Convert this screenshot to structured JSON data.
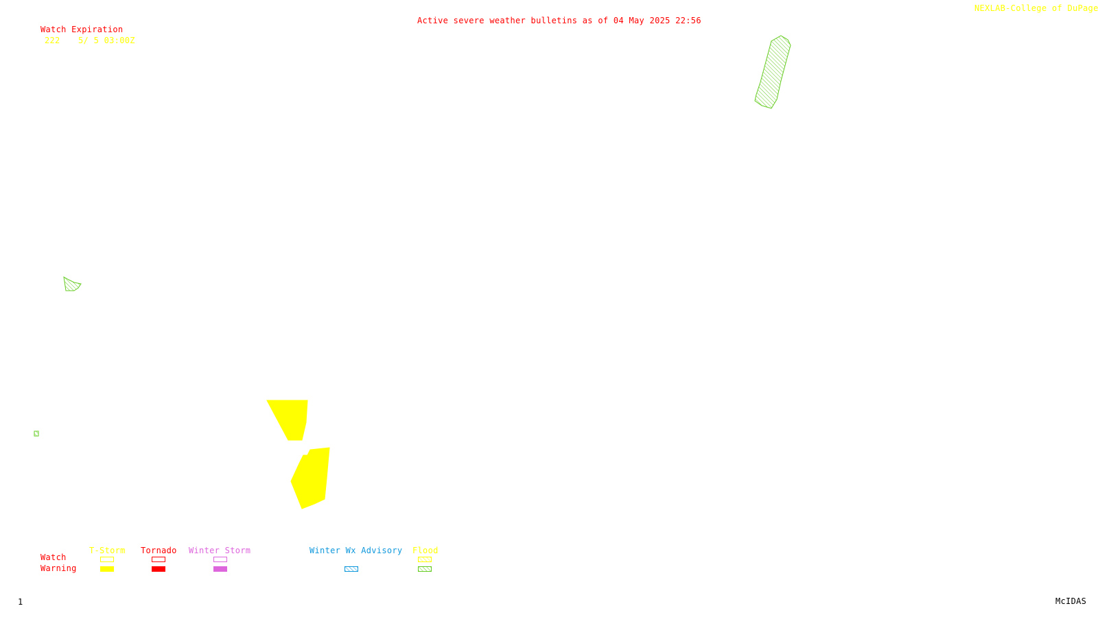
{
  "header": {
    "title": "Active severe weather bulletins as of 04 May 2025 22:56",
    "source": "NEXLAB-College of DuPage R"
  },
  "watch_expiration": {
    "heading": "Watch Expiration",
    "entries": [
      {
        "id": "222",
        "expires": "5/ 5 03:00Z"
      }
    ]
  },
  "legend": {
    "row_labels": {
      "watch": "Watch",
      "warning": "Warning"
    },
    "categories": [
      {
        "label": "T-Storm",
        "color": "#ffff00",
        "watch_style": "outline",
        "warning_style": "solid"
      },
      {
        "label": "Tornado",
        "color": "#ff0000",
        "watch_style": "outline",
        "warning_style": "solid"
      },
      {
        "label": "Winter Storm",
        "color": "#dd66dd",
        "watch_style": "outline",
        "warning_style": "solid"
      },
      {
        "label": "Winter Wx Advisory",
        "color": "#1199dd",
        "watch_style": "none",
        "warning_style": "hatched"
      },
      {
        "label": "Flood",
        "color": "#ffff00",
        "warning_color": "#66cc22",
        "watch_style": "hatched",
        "warning_style": "hatched"
      }
    ]
  },
  "map": {
    "bulletins": [
      {
        "name": "flood-warning-northeast",
        "type": "Flood Warning",
        "color": "#66cc22",
        "style": "hatched"
      },
      {
        "name": "flood-warning-west",
        "type": "Flood Warning",
        "color": "#66cc22",
        "style": "hatched"
      },
      {
        "name": "flood-warning-small",
        "type": "Flood Warning",
        "color": "#66cc22",
        "style": "hatched"
      },
      {
        "name": "tstorm-warning-north",
        "type": "T-Storm Warning",
        "color": "#ffff00",
        "style": "solid"
      },
      {
        "name": "tstorm-warning-south",
        "type": "T-Storm Warning",
        "color": "#ffff00",
        "style": "solid"
      }
    ]
  },
  "footer": {
    "frame_number": "1",
    "software": "McIDAS"
  },
  "colors": {
    "title": "#ff0000",
    "source": "#ffff00",
    "expiration_heading": "#ff0000",
    "expiration_values": "#ffff00",
    "footer_text": "#000000"
  }
}
